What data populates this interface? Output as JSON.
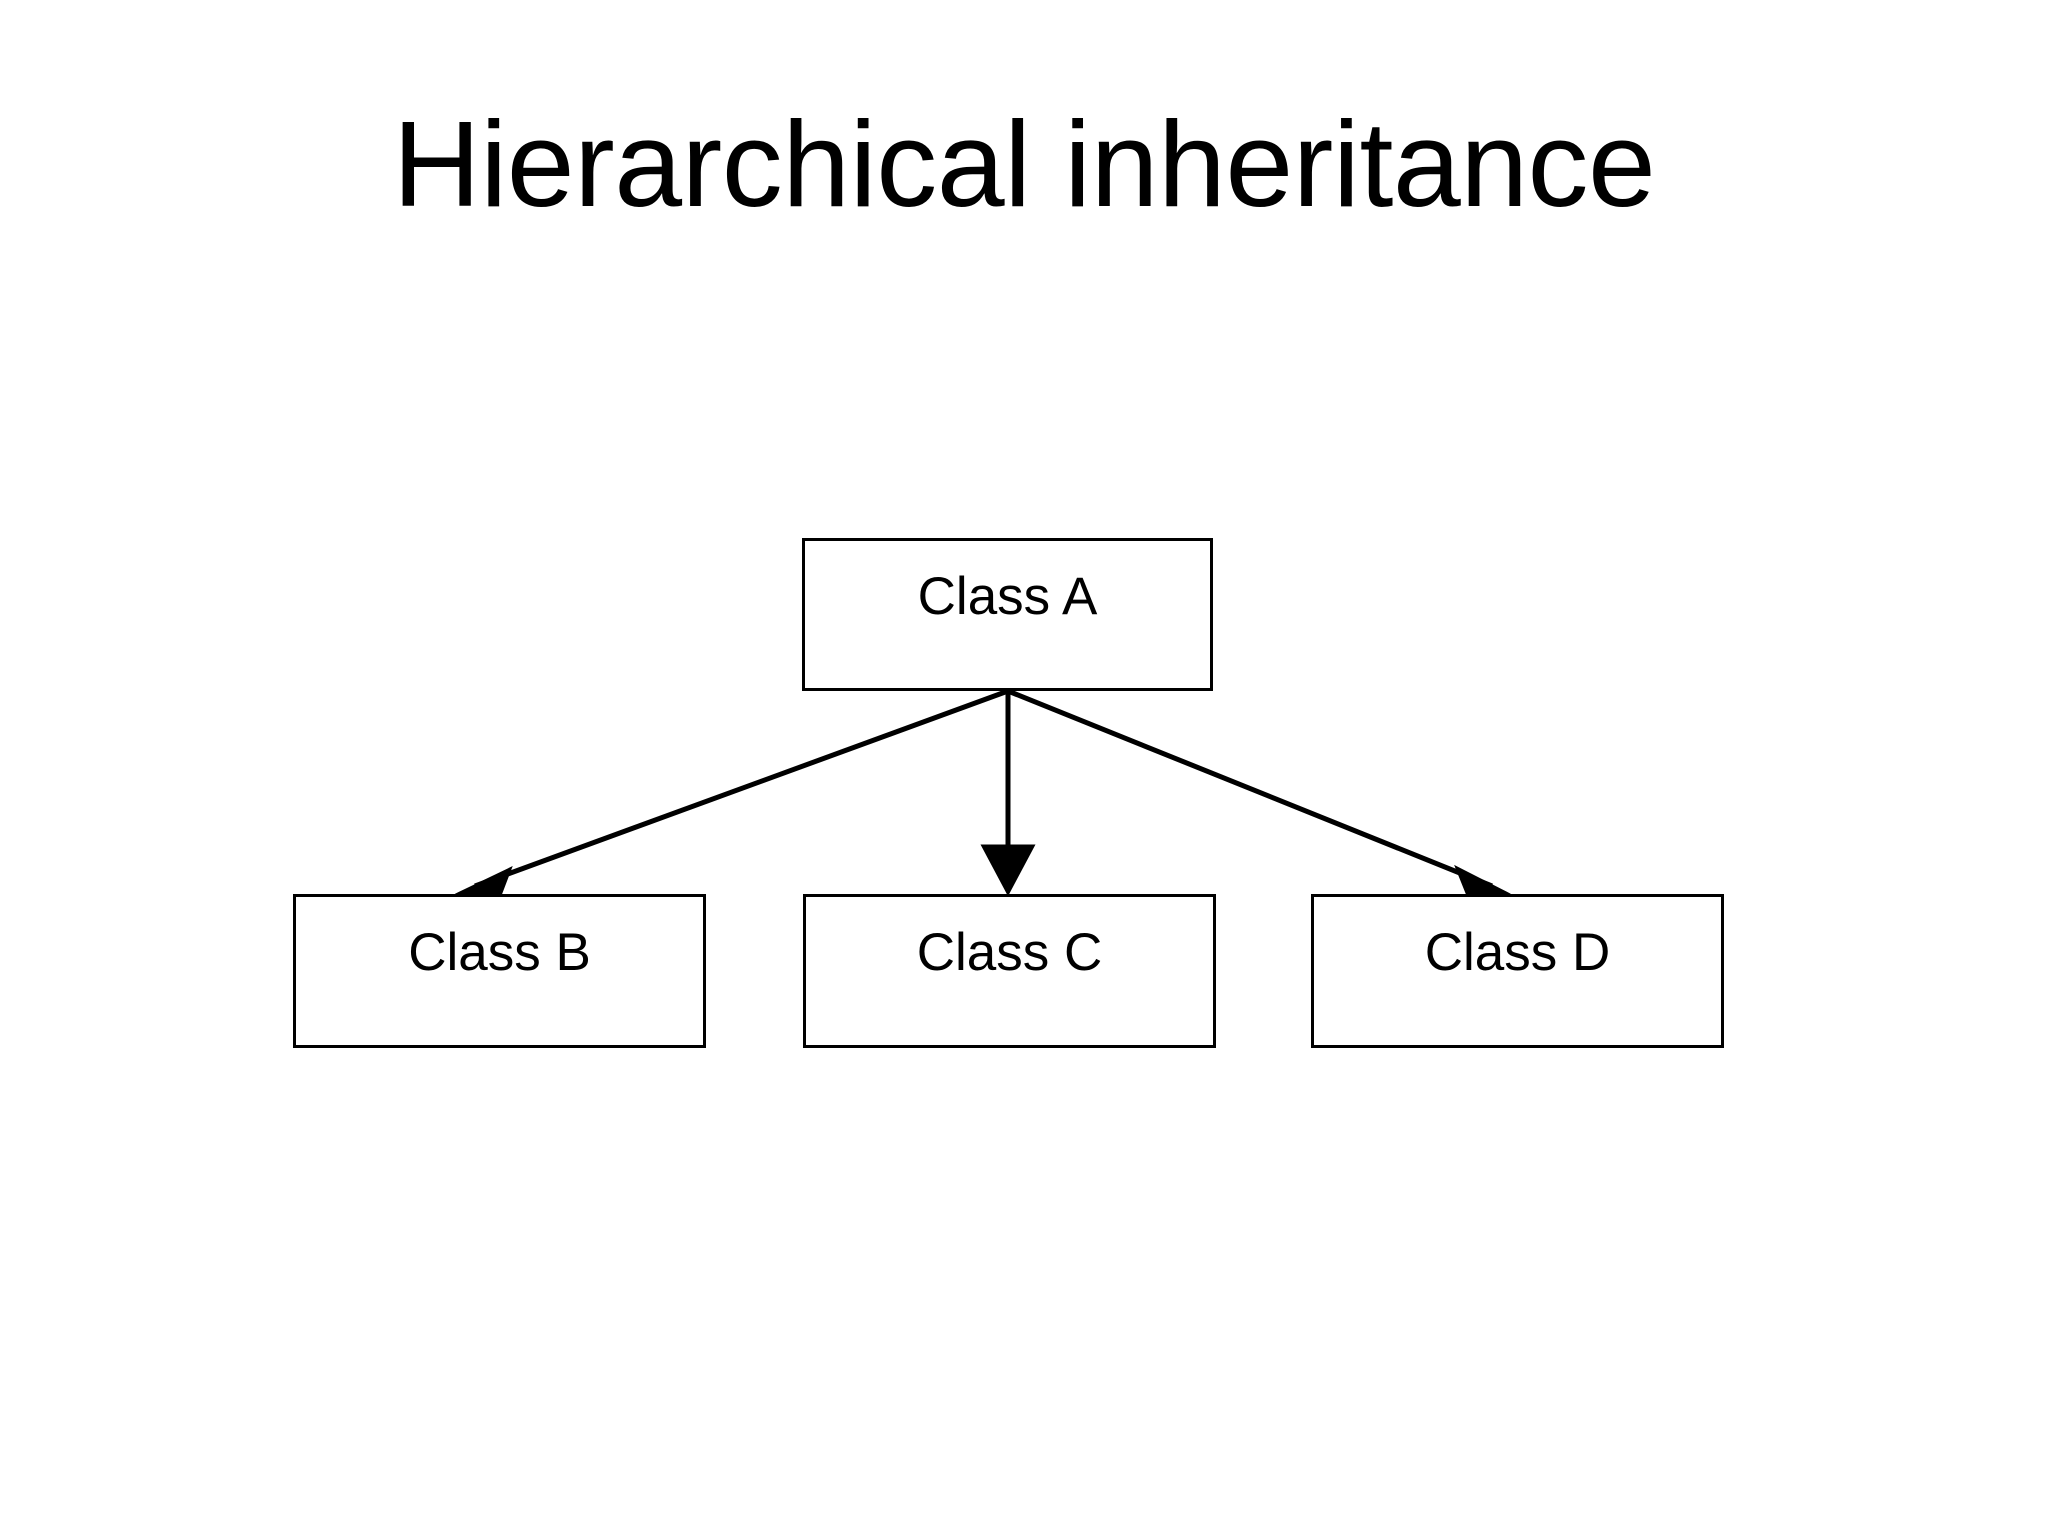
{
  "slide": {
    "title": "Hierarchical inheritance",
    "background_color": "#ffffff",
    "text_color": "#000000"
  },
  "diagram": {
    "type": "class-hierarchy",
    "stroke_color": "#000000",
    "fill_color": "#ffffff",
    "nodes": [
      {
        "id": "class-a",
        "label": "Class A",
        "role": "parent"
      },
      {
        "id": "class-b",
        "label": "Class B",
        "role": "child"
      },
      {
        "id": "class-c",
        "label": "Class C",
        "role": "child"
      },
      {
        "id": "class-d",
        "label": "Class D",
        "role": "child"
      }
    ],
    "edges": [
      {
        "from": "class-a",
        "to": "class-b",
        "style": "solid-arrow"
      },
      {
        "from": "class-a",
        "to": "class-c",
        "style": "solid-arrow"
      },
      {
        "from": "class-a",
        "to": "class-d",
        "style": "solid-arrow"
      }
    ]
  }
}
